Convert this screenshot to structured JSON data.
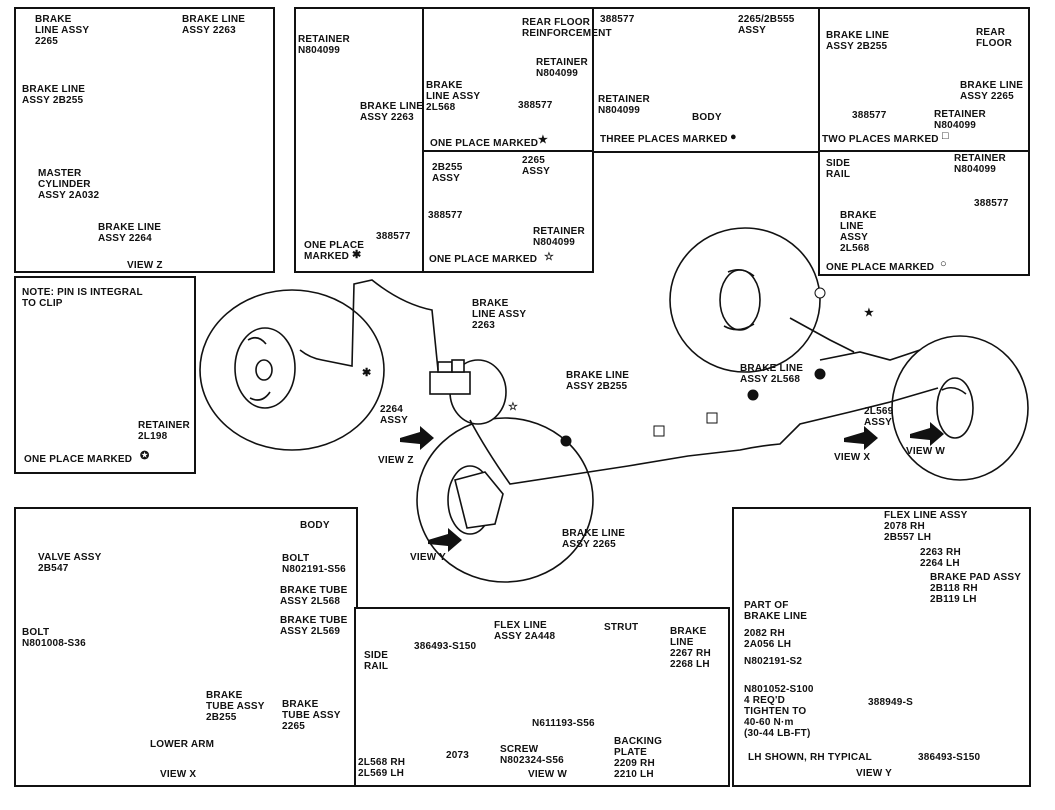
{
  "panel_view_z": {
    "brake_line_2265": [
      "BRAKE",
      "LINE ASSY",
      "2265"
    ],
    "brake_line_2263": [
      "BRAKE LINE",
      "ASSY 2263"
    ],
    "brake_line_2b255": [
      "BRAKE LINE",
      "ASSY 2B255"
    ],
    "master_cylinder": [
      "MASTER",
      "CYLINDER",
      "ASSY 2A032"
    ],
    "brake_line_2264": [
      "BRAKE LINE",
      "ASSY 2264"
    ],
    "caption": "VIEW Z"
  },
  "panel_retainer_asterisk": {
    "retainer": [
      "RETAINER",
      "N804099"
    ],
    "brake_line": [
      "BRAKE LINE",
      "ASSY 2263"
    ],
    "part": "388577",
    "caption": [
      "ONE PLACE",
      "MARKED"
    ],
    "symbol": "✱"
  },
  "panel_star": {
    "rear_floor": [
      "REAR FLOOR",
      "REINFORCEMENT"
    ],
    "retainer": [
      "RETAINER",
      "N804099"
    ],
    "brake_line": [
      "BRAKE",
      "LINE ASSY",
      "2L568"
    ],
    "part": "388577",
    "caption": "ONE PLACE MARKED",
    "symbol": "★"
  },
  "panel_open_star": {
    "assy_2b255": [
      "2B255",
      "ASSY"
    ],
    "assy_2265": [
      "2265",
      "ASSY"
    ],
    "part": "388577",
    "retainer": [
      "RETAINER",
      "N804099"
    ],
    "caption": "ONE PLACE MARKED",
    "symbol": "☆"
  },
  "panel_three_places": {
    "part": "388577",
    "assy": [
      "2265/2B555",
      "ASSY"
    ],
    "retainer": [
      "RETAINER",
      "N804099"
    ],
    "body": "BODY",
    "caption": "THREE PLACES MARKED",
    "symbol": "●"
  },
  "panel_two_places": {
    "brake_line_2b255": [
      "BRAKE LINE",
      "ASSY 2B255"
    ],
    "rear_floor": [
      "REAR",
      "FLOOR"
    ],
    "brake_line_2265": [
      "BRAKE LINE",
      "ASSY 2265"
    ],
    "part": "388577",
    "retainer": [
      "RETAINER",
      "N804099"
    ],
    "caption": "TWO PLACES MARKED",
    "symbol": "□"
  },
  "panel_circle": {
    "side_rail": [
      "SIDE",
      "RAIL"
    ],
    "retainer": [
      "RETAINER",
      "N804099"
    ],
    "brake_line": [
      "BRAKE",
      "LINE",
      "ASSY",
      "2L568"
    ],
    "part": "388577",
    "caption": "ONE PLACE MARKED",
    "symbol": "○"
  },
  "panel_note": {
    "note": [
      "NOTE: PIN IS INTEGRAL",
      "TO CLIP"
    ],
    "retainer": [
      "RETAINER",
      "2L198"
    ],
    "caption": "ONE PLACE MARKED",
    "symbol": "✪"
  },
  "main": {
    "brake_line_2263": [
      "BRAKE",
      "LINE ASSY",
      "2263"
    ],
    "assy_2264": [
      "2264",
      "ASSY"
    ],
    "view_z": "VIEW Z",
    "view_y": "VIEW Y",
    "brake_line_2b255": [
      "BRAKE LINE",
      "ASSY 2B255"
    ],
    "brake_line_2265": [
      "BRAKE LINE",
      "ASSY 2265"
    ],
    "brake_line_2l568": [
      "BRAKE LINE",
      "ASSY 2L568"
    ],
    "assy_2l569": [
      "2L569",
      "ASSY"
    ],
    "view_x": "VIEW X",
    "view_w": "VIEW W"
  },
  "panel_view_x": {
    "body": "BODY",
    "bolt_top": [
      "BOLT",
      "N802191-S56"
    ],
    "valve_assy": [
      "VALVE ASSY",
      "2B547"
    ],
    "brake_tube_2l568": [
      "BRAKE TUBE",
      "ASSY 2L568"
    ],
    "brake_tube_2l569": [
      "BRAKE TUBE",
      "ASSY 2L569"
    ],
    "bolt_left": [
      "BOLT",
      "N801008-S36"
    ],
    "brake_tube_2b255": [
      "BRAKE",
      "TUBE ASSY",
      "2B255"
    ],
    "brake_tube_2265": [
      "BRAKE",
      "TUBE ASSY",
      "2265"
    ],
    "lower_arm": "LOWER ARM",
    "caption": "VIEW X"
  },
  "panel_view_w": {
    "flex_line": [
      "FLEX LINE",
      "ASSY 2A448"
    ],
    "strut": "STRUT",
    "side_rail": [
      "SIDE",
      "RAIL"
    ],
    "part_386493": "386493-S150",
    "brake_line": [
      "BRAKE",
      "LINE",
      "2267 RH",
      "2268 LH"
    ],
    "n611193": "N611193-S56",
    "bottom_left": [
      "2L568 RH",
      "2L569 LH"
    ],
    "part_2073": "2073",
    "screw": [
      "SCREW",
      "N802324-S56"
    ],
    "backing_plate": [
      "BACKING",
      "PLATE",
      "2209 RH",
      "2210 LH"
    ],
    "caption": "VIEW W"
  },
  "panel_view_y": {
    "flex_line": [
      "FLEX LINE ASSY",
      "2078 RH",
      "2B557 LH"
    ],
    "r2263": [
      "2263 RH",
      "2264 LH"
    ],
    "brake_pad": [
      "BRAKE PAD ASSY",
      "2B118 RH",
      "2B119 LH"
    ],
    "part_of": [
      "PART OF",
      "BRAKE LINE"
    ],
    "r2082": [
      "2082 RH",
      "2A056 LH"
    ],
    "n802191": "N802191-S2",
    "n801052": [
      "N801052-S100",
      "4 REQ'D",
      "TIGHTEN TO",
      "40-60 N·m",
      "(30-44 LB-FT)"
    ],
    "part_388949": "388949-S",
    "lh_shown": "LH SHOWN, RH TYPICAL",
    "part_386493": "386493-S150",
    "caption": "VIEW Y"
  }
}
